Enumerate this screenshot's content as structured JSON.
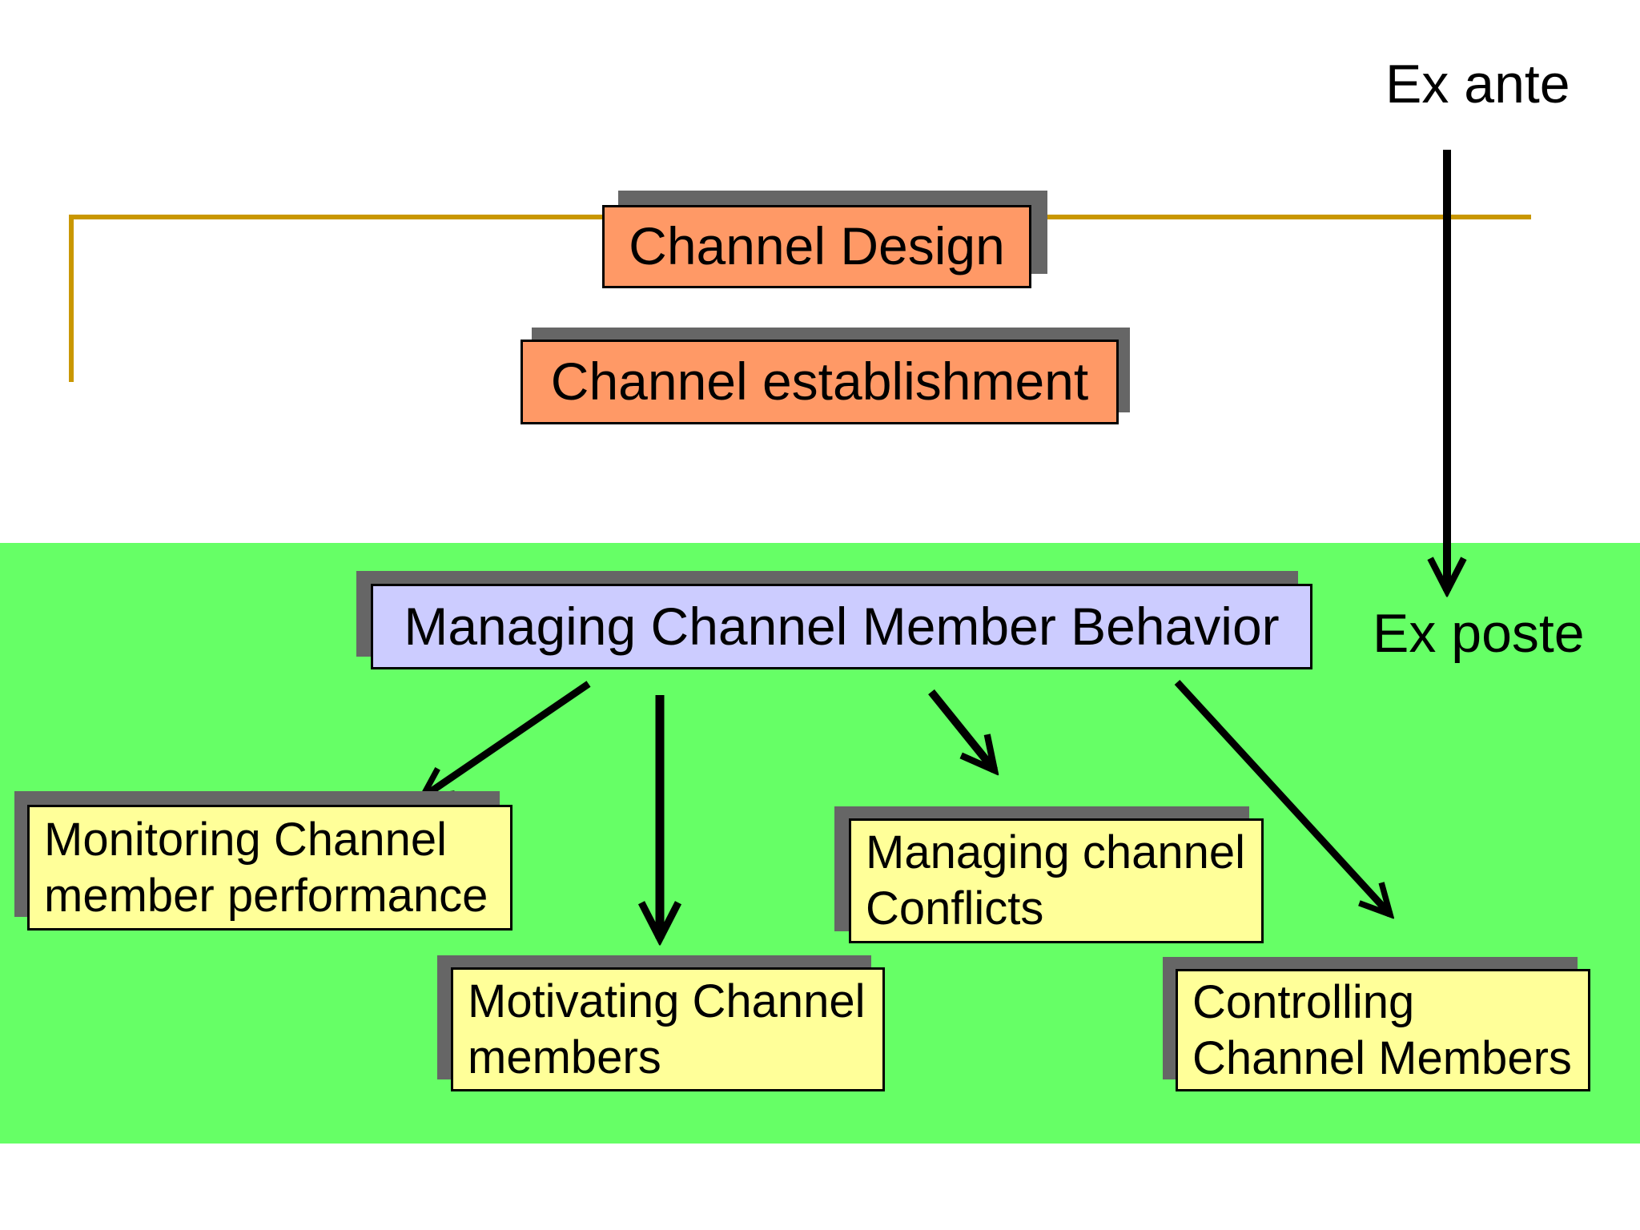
{
  "slide": {
    "phase_labels": {
      "ex_ante": "Ex ante",
      "ex_poste": "Ex poste"
    },
    "boxes": {
      "channel_design": {
        "label": "Channel Design"
      },
      "channel_establishment": {
        "label": "Channel establishment"
      },
      "managing_behavior": {
        "label": "Managing Channel Member Behavior"
      },
      "monitoring": {
        "line1": "Monitoring Channel",
        "line2": "member performance"
      },
      "motivating": {
        "line1": "Motivating Channel",
        "line2": "members"
      },
      "conflicts": {
        "line1": "Managing channel",
        "line2": "Conflicts"
      },
      "controlling": {
        "line1": "Controlling",
        "line2": "Channel Members"
      }
    },
    "colors": {
      "page_bg": "#FFFFFF",
      "green_band": "#66FF66",
      "orange_box": "#FF9966",
      "purple_box": "#CCCCFF",
      "yellow_box": "#FFFF99",
      "shadow_gray": "#666666",
      "tan_line": "#C99700",
      "arrow_black": "#000000",
      "text_black": "#000000"
    }
  }
}
